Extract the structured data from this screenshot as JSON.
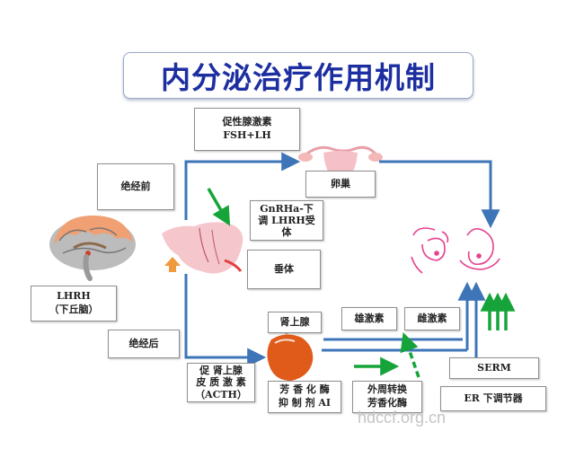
{
  "title": "内分泌治疗作用机制",
  "boxes": {
    "fsh_lh": {
      "line1": "促性腺激素",
      "line2": "FSH+LH"
    },
    "premenopause": "绝经前",
    "ovary": "卵巢",
    "gnrha": {
      "line1": "GnRHa-下",
      "line2": "调 LHRH受",
      "line3": "体"
    },
    "pituitary": "垂体",
    "lhrh": {
      "line1": "LHRH",
      "line2": "（下丘脑）"
    },
    "adrenal": "肾上腺",
    "androgen": "雄激素",
    "estrogen": "雌激素",
    "postmenopause": "绝经后",
    "acth": {
      "line1": "促 肾上腺",
      "line2": "皮 质 激 素",
      "line3": "（ACTH）"
    },
    "aromatase_inhibitor": {
      "line1": "芳 香 化 酶",
      "line2": "抑 制 剂 AI"
    },
    "peripheral": {
      "line1": "外周转换",
      "line2": "芳香化酶"
    },
    "serm": "SERM",
    "er_down": "ER 下调节器"
  },
  "watermark": "hdccf.org.cn",
  "colors": {
    "title": "#1d2fa0",
    "arrow_blue": "#3e74b8",
    "arrow_green": "#16a43a",
    "arrow_orange": "#f09a3e"
  }
}
